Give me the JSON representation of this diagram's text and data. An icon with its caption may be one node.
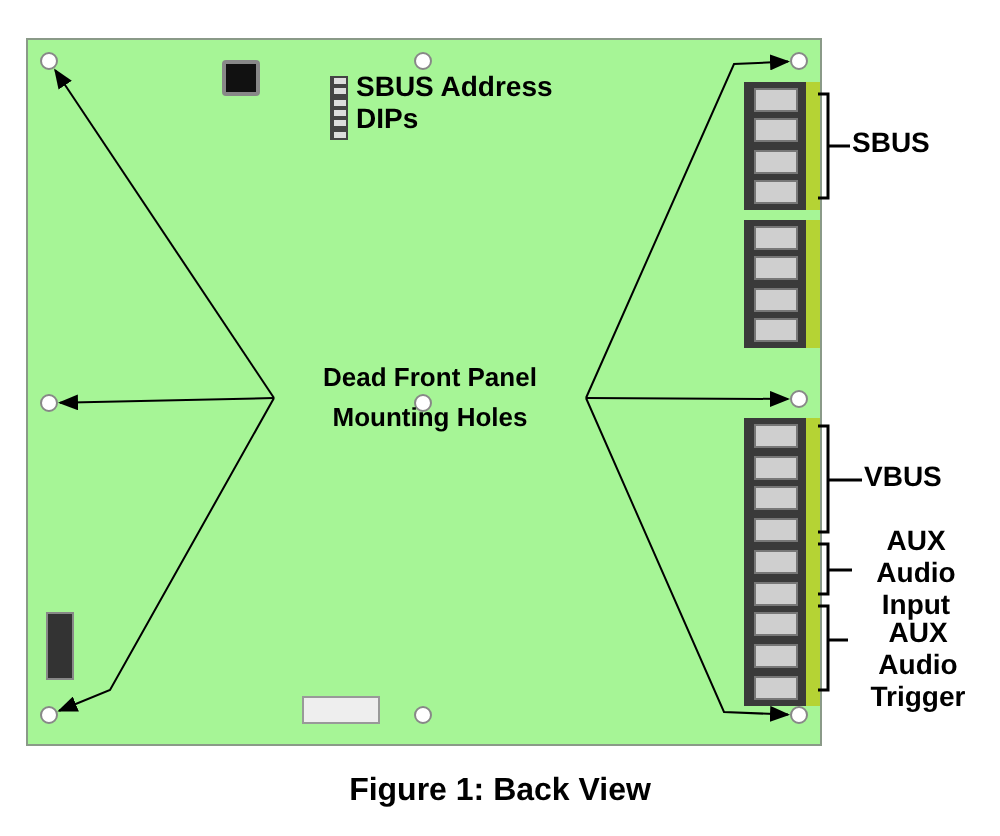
{
  "diagram": {
    "caption": "Figure 1: Back View",
    "nodes": [
      {
        "text": [
          "Dead Front Panel Mounting Holes"
        ]
      },
      {
        "text": [],
        "shape": "circle"
      },
      {
        "text": [],
        "shape": "circle"
      },
      {
        "text": [],
        "shape": "circle"
      },
      {
        "text": [],
        "shape": "circle"
      },
      {
        "text": [],
        "shape": "circle"
      },
      {
        "text": [],
        "shape": "circle"
      }
    ],
    "edges": [
      {
        "from": 0,
        "to": 1,
        "arrow": "to"
      },
      {
        "from": 0,
        "to": 2,
        "arrow": "to"
      },
      {
        "from": 0,
        "to": 3,
        "arrow": "to"
      },
      {
        "from": 0,
        "to": 4,
        "arrow": "to"
      },
      {
        "from": 0,
        "to": 5,
        "arrow": "to"
      },
      {
        "from": 0,
        "to": 6,
        "arrow": "to"
      }
    ],
    "labels": [
      "SBUS Address DIPs",
      "SBUS",
      "VBUS",
      "AUX Audio Input",
      "AUX Audio Trigger"
    ]
  }
}
